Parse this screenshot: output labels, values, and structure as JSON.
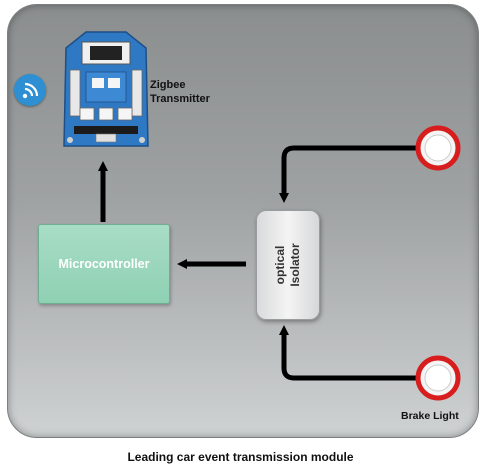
{
  "labels": {
    "zigbee_line1": "Zigbee",
    "zigbee_line2": "Transmitter",
    "microcontroller": "Microcontroller",
    "isolator_line1": "optical",
    "isolator_line2": "Isolator",
    "brake_light": "Brake Light",
    "caption": "Leading car event transmission module"
  },
  "icons": {
    "wireless": "wifi-icon",
    "board": "zigbee-board-icon",
    "brake_light": "brake-light-icon"
  },
  "colors": {
    "panel": "#9fa2a3",
    "microcontroller": "#96d4b8",
    "isolator": "#eeeeee",
    "arrow": "#000000",
    "brake_ring": "#d71d1d",
    "board": "#2f79c4",
    "wifi": "#2e8fd3"
  }
}
